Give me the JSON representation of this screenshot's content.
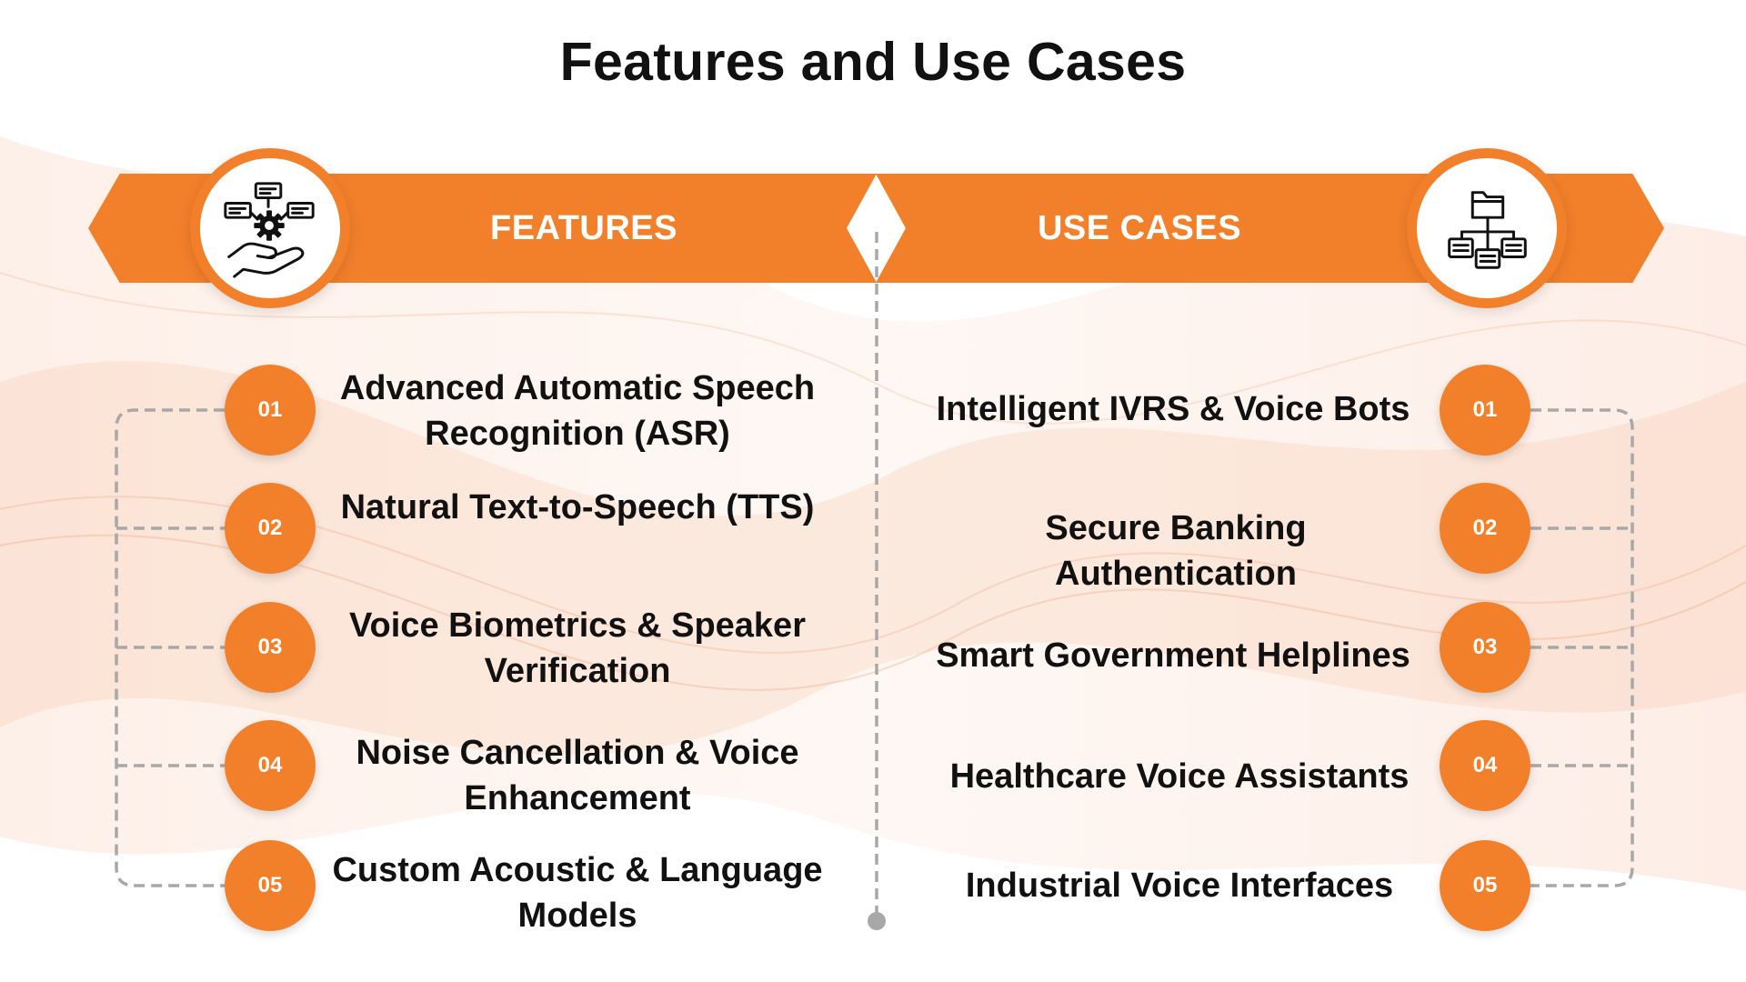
{
  "title": "Features and Use Cases",
  "colors": {
    "accent": "#f27f2a",
    "connector": "#9a9a9a",
    "text": "#111111"
  },
  "features": {
    "label": "FEATURES",
    "icon": "hand-gear-network-icon",
    "items": [
      {
        "number": "01",
        "text": "Advanced Automatic Speech Recognition (ASR)"
      },
      {
        "number": "02",
        "text": "Natural Text-to-Speech (TTS)"
      },
      {
        "number": "03",
        "text": "Voice Biometrics & Speaker Verification"
      },
      {
        "number": "04",
        "text": "Noise Cancellation & Voice Enhancement"
      },
      {
        "number": "05",
        "text": "Custom Acoustic & Language Models"
      }
    ]
  },
  "use_cases": {
    "label": "USE CASES",
    "icon": "folder-hierarchy-icon",
    "items": [
      {
        "number": "01",
        "text": "Intelligent IVRS & Voice Bots"
      },
      {
        "number": "02",
        "text": "Secure Banking Authentication"
      },
      {
        "number": "03",
        "text": "Smart Government Helplines"
      },
      {
        "number": "04",
        "text": "Healthcare Voice Assistants"
      },
      {
        "number": "05",
        "text": "Industrial Voice Interfaces"
      }
    ]
  }
}
